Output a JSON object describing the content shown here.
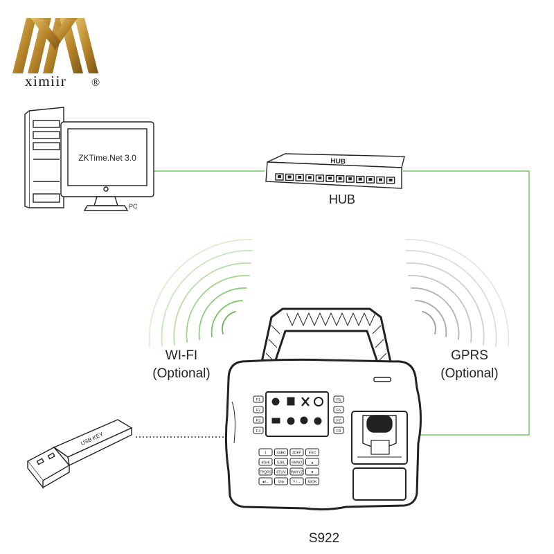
{
  "brand": {
    "name": "ximiir",
    "registered_mark": "®",
    "gold_color": "#b8862b"
  },
  "pc": {
    "screen_text": "ZKTime.Net 3.0",
    "label": "PC"
  },
  "hub": {
    "label": "HUB",
    "device_text": "HUB"
  },
  "wifi": {
    "label": "WI-FI",
    "sublabel": "(Optional)",
    "color": "#7cc36a"
  },
  "gprs": {
    "label": "GPRS",
    "sublabel": "(Optional)",
    "color": "#b0b0b0"
  },
  "usb": {
    "key_text": "USB KEY"
  },
  "device": {
    "label": "S922",
    "function_keys_left": [
      "F1",
      "F2",
      "F3",
      "F4"
    ],
    "function_keys_right": [
      "F5",
      "F6",
      "F7",
      "F8"
    ],
    "keypad": [
      "1",
      "2ABC",
      "3DEF",
      "ESC",
      "4GHI",
      "5JKL",
      "6MNO",
      "▲",
      "7PQRS",
      "8TUV",
      "9WXYZ",
      "▼",
      "◄/←",
      "0/⊕",
      "*/·/→",
      "M/OK"
    ]
  },
  "link_color": "#7cc36a"
}
